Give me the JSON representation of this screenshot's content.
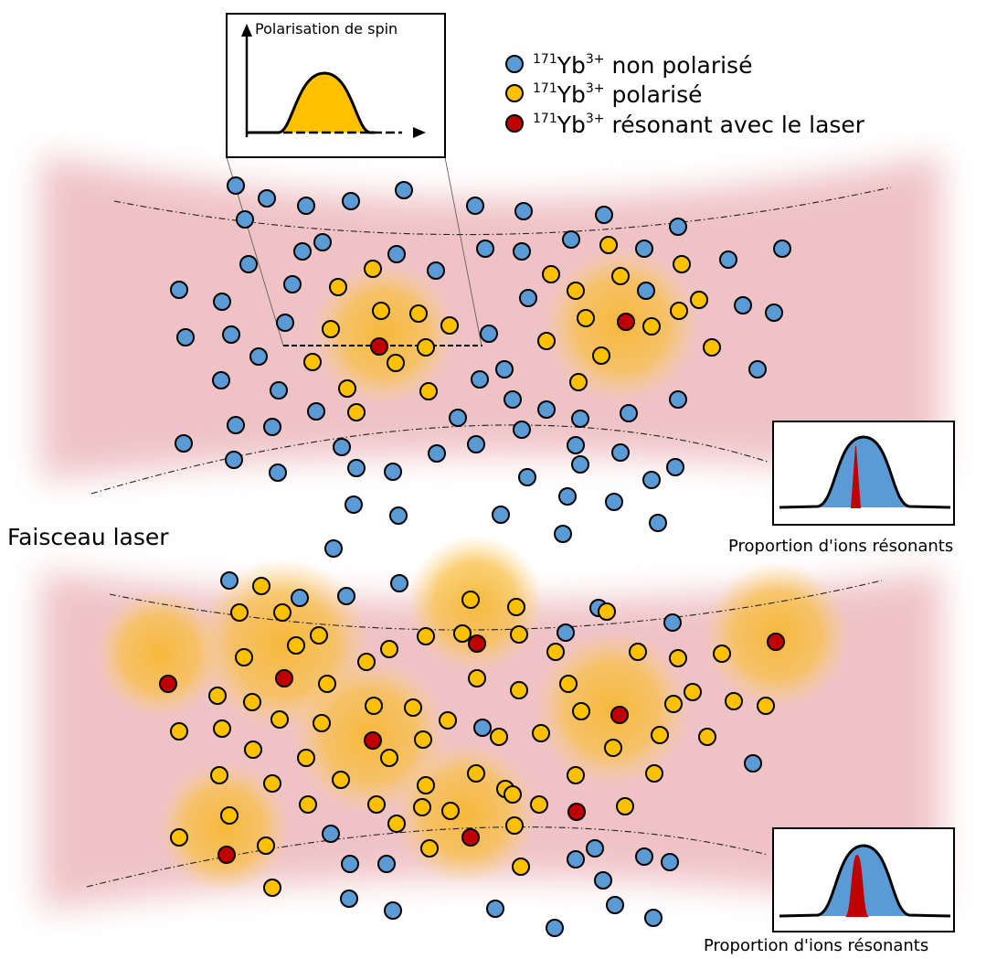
{
  "inset_title": "Polarisation de spin",
  "legend": {
    "prefix_sup": "171",
    "element": "Yb",
    "charge_sup": "3+",
    "items": [
      {
        "kind": "unpolarized",
        "label": "non polarisé",
        "color": "#5b9bd5"
      },
      {
        "kind": "polarized",
        "label": "polarisé",
        "color": "#ffc000"
      },
      {
        "kind": "resonant",
        "label": "résonant avec le laser",
        "color": "#c00000"
      }
    ]
  },
  "beam_label": "Faisceau laser",
  "histogram_caption": "Proportion d'ions résonants",
  "colors": {
    "beam": "#efc3c6",
    "glow": "#f6b833",
    "unpolarized": "#5b9bd5",
    "polarized": "#ffc000",
    "resonant": "#c00000",
    "histogram_fill": "#5b9bd5",
    "histogram_line": "#ffc000"
  }
}
